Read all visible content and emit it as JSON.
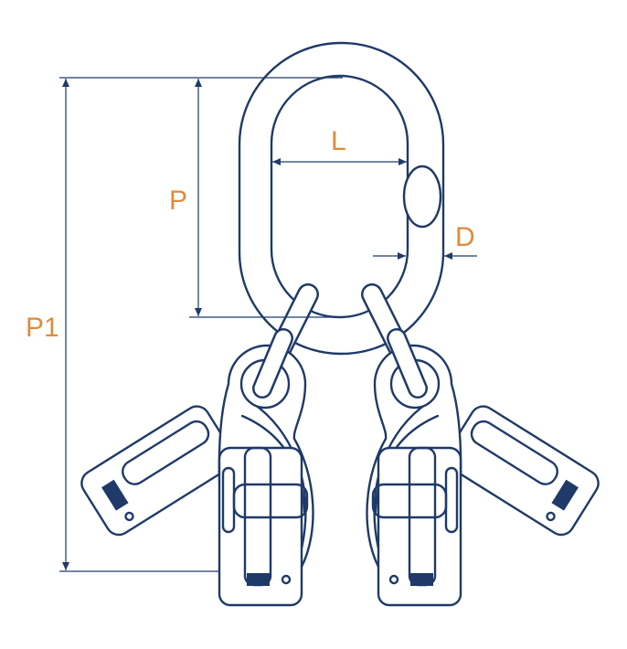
{
  "labels": {
    "p1": "P1",
    "p": "P",
    "l": "L",
    "d": "D"
  },
  "colors": {
    "line": "#1f3a68",
    "label": "#e08a3c"
  }
}
